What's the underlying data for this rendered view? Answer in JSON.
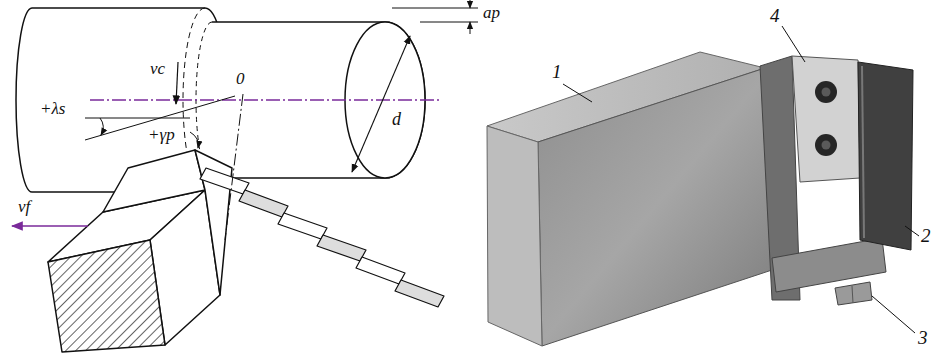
{
  "diagram": {
    "labels": [
      "ap",
      "+λs",
      "vc",
      "0",
      "d",
      "+γp",
      "vf",
      "1",
      "4",
      "2",
      "3"
    ]
  }
}
